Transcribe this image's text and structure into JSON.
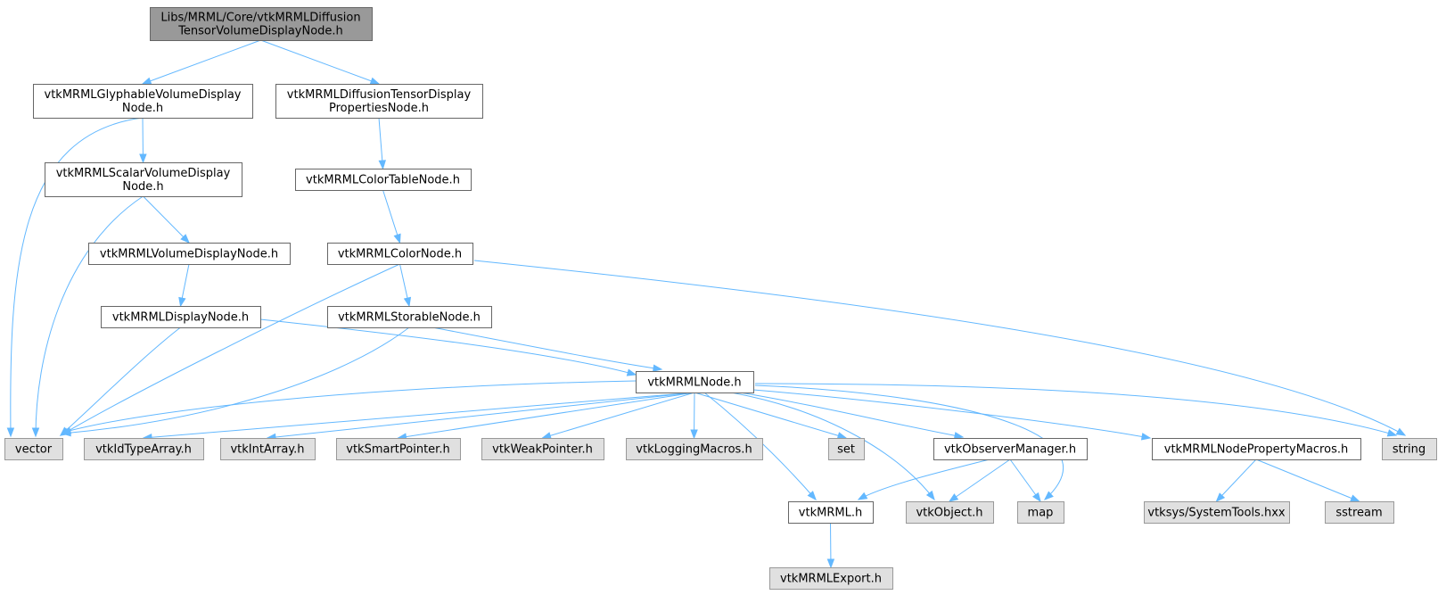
{
  "graph": {
    "colors": {
      "root_fill": "#999999",
      "root_stroke": "#666666",
      "internal_fill": "#ffffff",
      "internal_stroke": "#666666",
      "external_fill": "#e0e0e0",
      "external_stroke": "#999999",
      "edge": "#63b8ff"
    },
    "nodes": [
      {
        "id": "root",
        "kind": "root",
        "lines": [
          "Libs/MRML/Core/vtkMRMLDiffusion",
          "TensorVolumeDisplayNode.h"
        ]
      },
      {
        "id": "glyphable",
        "kind": "internal",
        "lines": [
          "vtkMRMLGlyphableVolumeDisplay",
          "Node.h"
        ]
      },
      {
        "id": "dtdprops",
        "kind": "internal",
        "lines": [
          "vtkMRMLDiffusionTensorDisplay",
          "PropertiesNode.h"
        ]
      },
      {
        "id": "scalarvol",
        "kind": "internal",
        "lines": [
          "vtkMRMLScalarVolumeDisplay",
          "Node.h"
        ]
      },
      {
        "id": "colortable",
        "kind": "internal",
        "lines": [
          "vtkMRMLColorTableNode.h"
        ]
      },
      {
        "id": "voldisp",
        "kind": "internal",
        "lines": [
          "vtkMRMLVolumeDisplayNode.h"
        ]
      },
      {
        "id": "colornode",
        "kind": "internal",
        "lines": [
          "vtkMRMLColorNode.h"
        ]
      },
      {
        "id": "dispnode",
        "kind": "internal",
        "lines": [
          "vtkMRMLDisplayNode.h"
        ]
      },
      {
        "id": "storable",
        "kind": "internal",
        "lines": [
          "vtkMRMLStorableNode.h"
        ]
      },
      {
        "id": "mrmlnode",
        "kind": "internal",
        "lines": [
          "vtkMRMLNode.h"
        ]
      },
      {
        "id": "vector",
        "kind": "external",
        "lines": [
          "vector"
        ]
      },
      {
        "id": "idtype",
        "kind": "external",
        "lines": [
          "vtkIdTypeArray.h"
        ]
      },
      {
        "id": "intarray",
        "kind": "external",
        "lines": [
          "vtkIntArray.h"
        ]
      },
      {
        "id": "smartptr",
        "kind": "external",
        "lines": [
          "vtkSmartPointer.h"
        ]
      },
      {
        "id": "weakptr",
        "kind": "external",
        "lines": [
          "vtkWeakPointer.h"
        ]
      },
      {
        "id": "logging",
        "kind": "external",
        "lines": [
          "vtkLoggingMacros.h"
        ]
      },
      {
        "id": "set",
        "kind": "external",
        "lines": [
          "set"
        ]
      },
      {
        "id": "observer",
        "kind": "internal",
        "lines": [
          "vtkObserverManager.h"
        ]
      },
      {
        "id": "propmacros",
        "kind": "internal",
        "lines": [
          "vtkMRMLNodePropertyMacros.h"
        ]
      },
      {
        "id": "string",
        "kind": "external",
        "lines": [
          "string"
        ]
      },
      {
        "id": "vtkmrml",
        "kind": "internal",
        "lines": [
          "vtkMRML.h"
        ]
      },
      {
        "id": "vtkobject",
        "kind": "external",
        "lines": [
          "vtkObject.h"
        ]
      },
      {
        "id": "map",
        "kind": "external",
        "lines": [
          "map"
        ]
      },
      {
        "id": "systools",
        "kind": "external",
        "lines": [
          "vtksys/SystemTools.hxx"
        ]
      },
      {
        "id": "sstream",
        "kind": "external",
        "lines": [
          "sstream"
        ]
      },
      {
        "id": "export",
        "kind": "external",
        "lines": [
          "vtkMRMLExport.h"
        ]
      }
    ],
    "edges": [
      {
        "from": "root",
        "to": "glyphable"
      },
      {
        "from": "root",
        "to": "dtdprops"
      },
      {
        "from": "glyphable",
        "to": "scalarvol"
      },
      {
        "from": "glyphable",
        "to": "vector"
      },
      {
        "from": "dtdprops",
        "to": "colortable"
      },
      {
        "from": "scalarvol",
        "to": "voldisp"
      },
      {
        "from": "scalarvol",
        "to": "vector"
      },
      {
        "from": "colortable",
        "to": "colornode"
      },
      {
        "from": "voldisp",
        "to": "dispnode"
      },
      {
        "from": "colornode",
        "to": "storable"
      },
      {
        "from": "colornode",
        "to": "vector"
      },
      {
        "from": "colornode",
        "to": "string"
      },
      {
        "from": "dispnode",
        "to": "mrmlnode"
      },
      {
        "from": "dispnode",
        "to": "vector"
      },
      {
        "from": "storable",
        "to": "mrmlnode"
      },
      {
        "from": "storable",
        "to": "vector"
      },
      {
        "from": "mrmlnode",
        "to": "vector"
      },
      {
        "from": "mrmlnode",
        "to": "idtype"
      },
      {
        "from": "mrmlnode",
        "to": "intarray"
      },
      {
        "from": "mrmlnode",
        "to": "smartptr"
      },
      {
        "from": "mrmlnode",
        "to": "weakptr"
      },
      {
        "from": "mrmlnode",
        "to": "logging"
      },
      {
        "from": "mrmlnode",
        "to": "set"
      },
      {
        "from": "mrmlnode",
        "to": "observer"
      },
      {
        "from": "mrmlnode",
        "to": "propmacros"
      },
      {
        "from": "mrmlnode",
        "to": "string"
      },
      {
        "from": "mrmlnode",
        "to": "vtkmrml"
      },
      {
        "from": "mrmlnode",
        "to": "vtkobject"
      },
      {
        "from": "mrmlnode",
        "to": "map"
      },
      {
        "from": "observer",
        "to": "vtkmrml"
      },
      {
        "from": "observer",
        "to": "vtkobject"
      },
      {
        "from": "observer",
        "to": "map"
      },
      {
        "from": "propmacros",
        "to": "systools"
      },
      {
        "from": "propmacros",
        "to": "sstream"
      },
      {
        "from": "vtkmrml",
        "to": "export"
      }
    ]
  }
}
